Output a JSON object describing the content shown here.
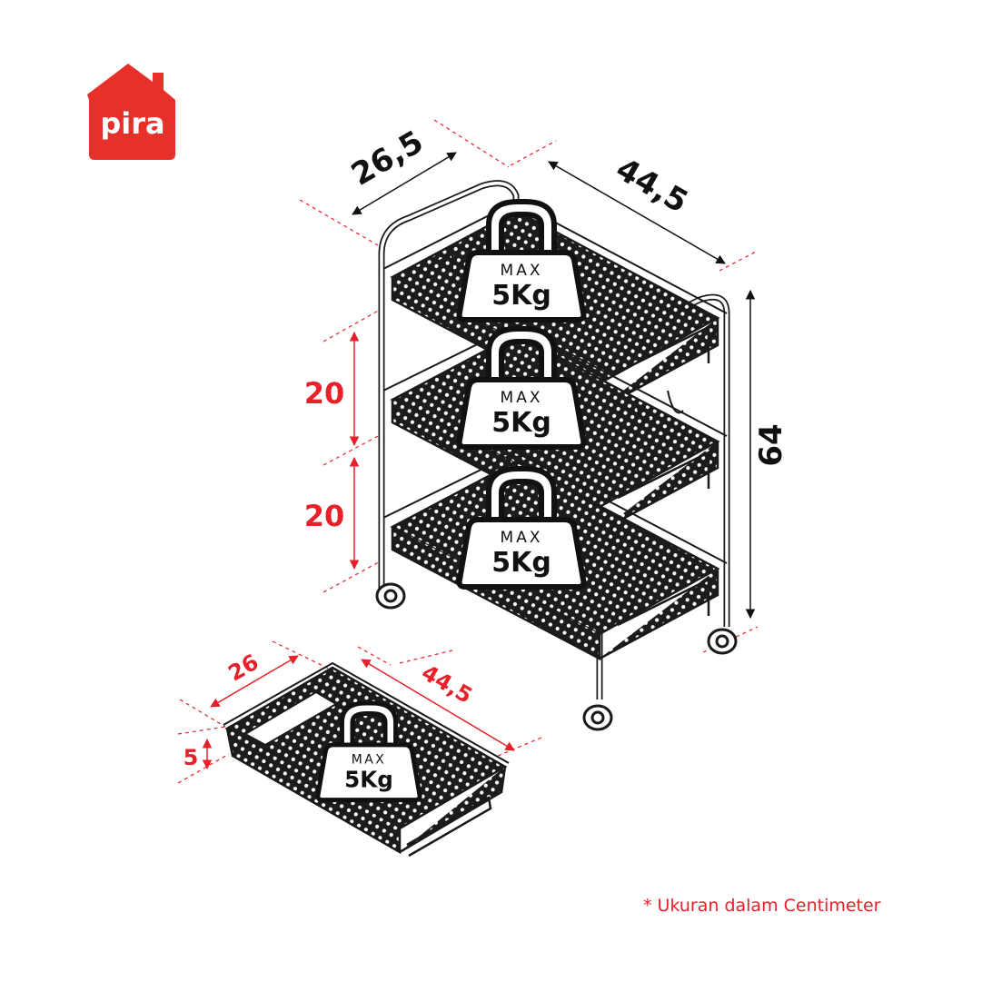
{
  "logo": {
    "text": "pira",
    "color": "#e8302a"
  },
  "colors": {
    "accent": "#e8202a",
    "ink": "#111111"
  },
  "cart": {
    "depth_label": "26,5",
    "width_label": "44,5",
    "height_label": "64",
    "tier_spacing_labels": [
      "20",
      "20"
    ]
  },
  "basket": {
    "depth_label": "26",
    "width_label": "44,5",
    "height_label": "5"
  },
  "weight_badge": {
    "line1": "MAX",
    "line2": "5Kg",
    "icon": "weight-icon"
  },
  "footnote": "* Ukuran dalam Centimeter"
}
